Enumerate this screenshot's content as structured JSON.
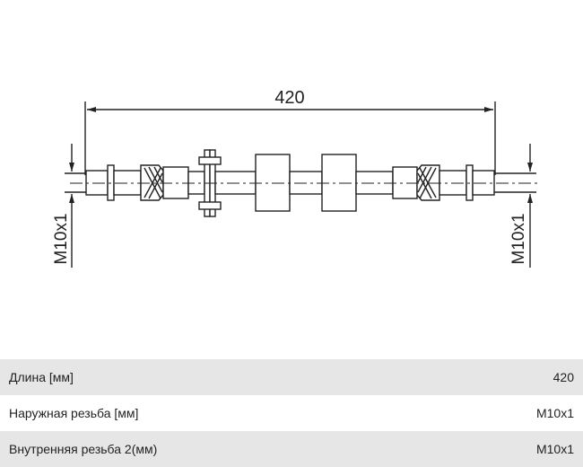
{
  "drawing": {
    "length_label": "420",
    "thread_left_label": "M10x1",
    "thread_right_label": "M10x1"
  },
  "specs": [
    {
      "label": "Длина [мм]",
      "value": "420"
    },
    {
      "label": "Наружная резьба [мм]",
      "value": "M10x1"
    },
    {
      "label": "Внутренняя резьба 2(мм)",
      "value": "M10x1"
    }
  ]
}
